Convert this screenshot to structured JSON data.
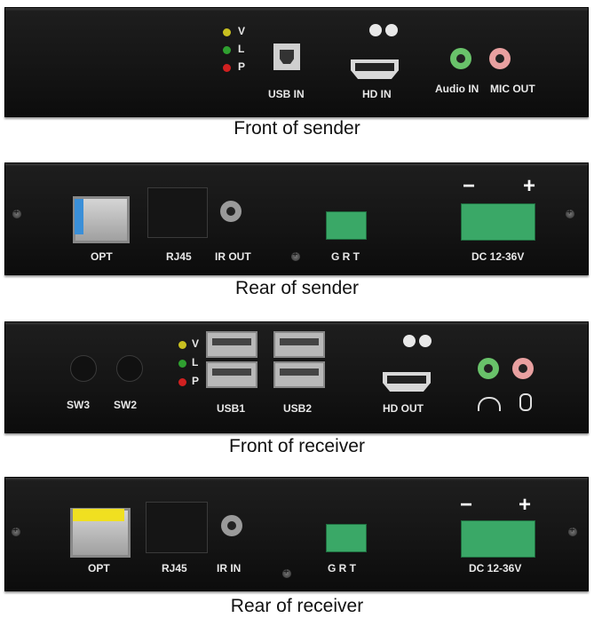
{
  "panels": {
    "front_sender": {
      "caption": "Front of sender",
      "leds": [
        {
          "letter": "V",
          "color": "#c8c020"
        },
        {
          "letter": "L",
          "color": "#2fa030"
        },
        {
          "letter": "P",
          "color": "#d02020"
        }
      ],
      "usb_in": "USB IN",
      "hd_in": "HD IN",
      "audio_in": "Audio IN",
      "mic_out": "MIC OUT"
    },
    "rear_sender": {
      "caption": "Rear of sender",
      "opt": "OPT",
      "rj45": "RJ45",
      "ir_out": "IR OUT",
      "grt": "G R T",
      "dc": "DC 12-36V",
      "minus": "−",
      "plus": "+"
    },
    "front_receiver": {
      "caption": "Front of receiver",
      "sw3": "SW3",
      "sw2": "SW2",
      "leds": [
        {
          "letter": "V",
          "color": "#c8c020"
        },
        {
          "letter": "L",
          "color": "#2fa030"
        },
        {
          "letter": "P",
          "color": "#d02020"
        }
      ],
      "usb1": "USB1",
      "usb2": "USB2",
      "hd_out": "HD OUT"
    },
    "rear_receiver": {
      "caption": "Rear of receiver",
      "opt": "OPT",
      "rj45": "RJ45",
      "ir_in": "IR IN",
      "grt": "G R T",
      "dc": "DC 12-36V",
      "minus": "−",
      "plus": "+"
    }
  },
  "colors": {
    "sfp_sender_latch": "#3a8fd8",
    "sfp_receiver_latch": "#f0e020",
    "audio_jack_ring": "#69c26a",
    "mic_jack_ring": "#e8a0a0",
    "terminal_green": "#3aa867"
  }
}
